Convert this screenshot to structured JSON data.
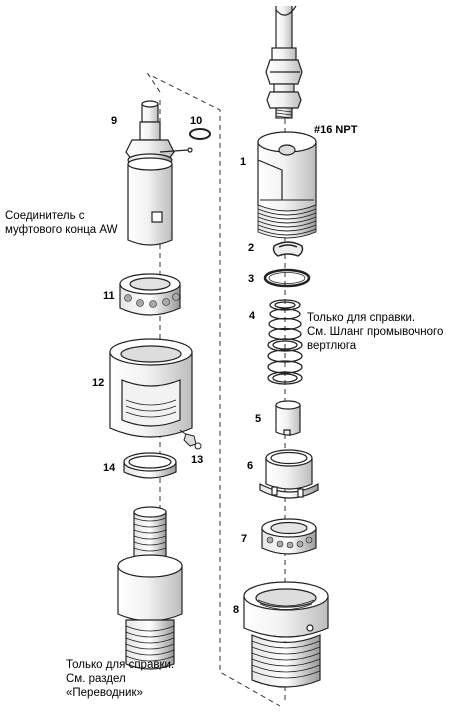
{
  "parts": {
    "p1": "1",
    "p2": "2",
    "p3": "3",
    "p4": "4",
    "p5": "5",
    "p6": "6",
    "p7": "7",
    "p8": "8",
    "p9": "9",
    "p10": "10",
    "p11": "11",
    "p12": "12",
    "p13": "13",
    "p14": "14"
  },
  "thread_label": {
    "size": "#16",
    "type": "NPT"
  },
  "notes": {
    "aw_line1": "Соединитель с",
    "aw_line2": "муфтового конца AW",
    "swivel_line1": "Только для справки.",
    "swivel_line2": "См. Шланг промывочного",
    "swivel_line3": "вертлюга",
    "sub_line1": "Только для справки.",
    "sub_line2": "См. раздел",
    "sub_line3": "«Переводник»"
  },
  "colors": {
    "line": "#222222",
    "fill": "#ffffff",
    "shade": "#c8c8c8"
  }
}
